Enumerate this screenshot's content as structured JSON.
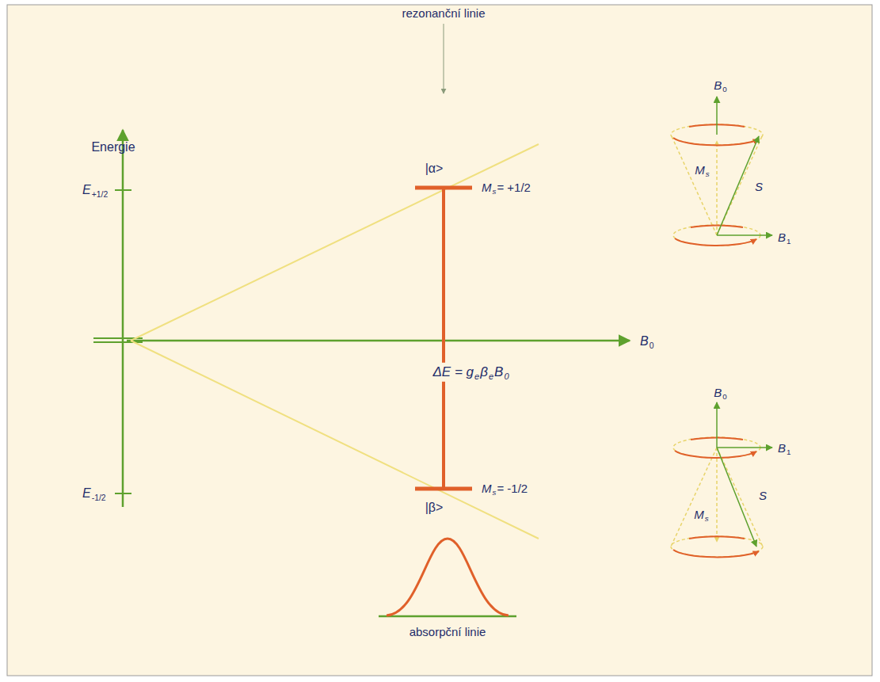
{
  "diagram": {
    "labels": [
      "rezonanční linie",
      "Energie",
      "E",
      "+1/2",
      "E",
      "-1/2",
      "|α>",
      "M",
      "s",
      "= +1/2",
      "ΔE = g",
      "e",
      "β",
      "e",
      "B",
      "0",
      "B",
      "0",
      "M",
      "s",
      "= -1/2",
      "|β>",
      "absorpční linie",
      "B",
      "0",
      "M",
      "s",
      "S",
      "B",
      "1",
      "B",
      "0",
      "B",
      "1",
      "S",
      "M",
      "s"
    ]
  }
}
